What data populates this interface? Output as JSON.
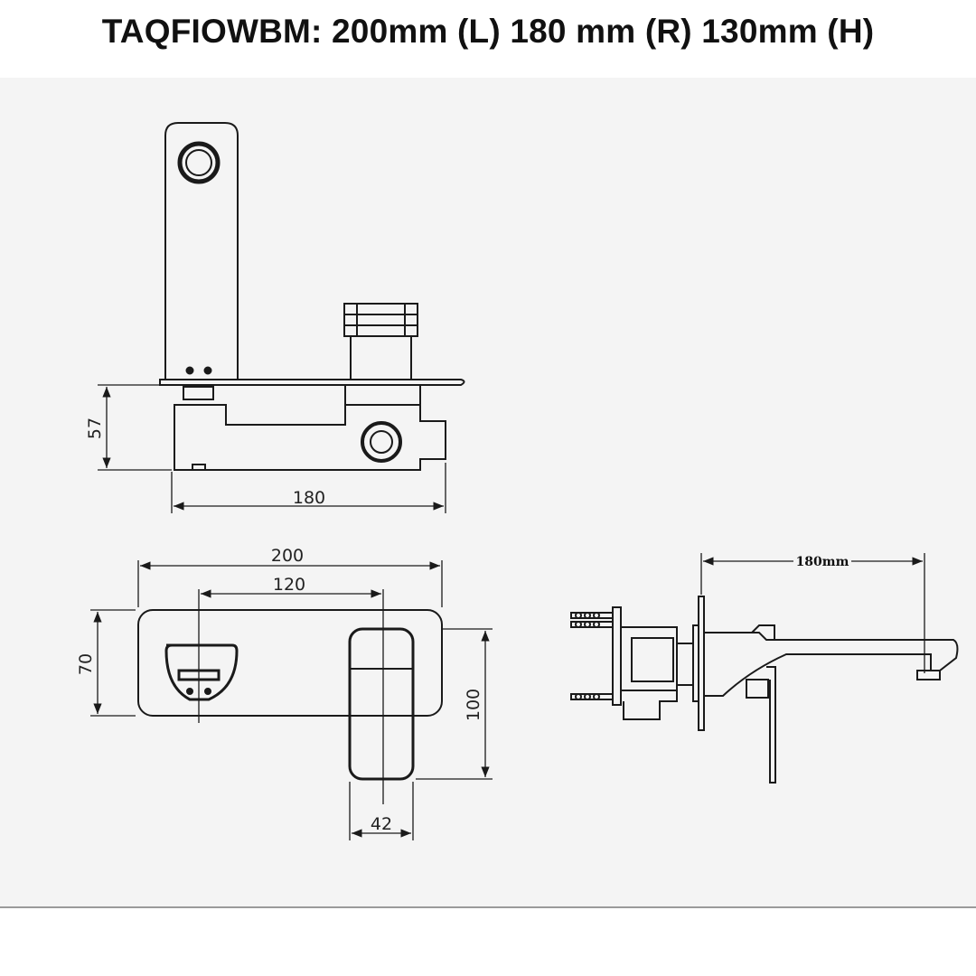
{
  "title": "TAQFIOWBM: 200mm (L) 180 mm (R) 130mm (H)",
  "top_view": {
    "height_label": "57",
    "width_label": "180"
  },
  "front_view": {
    "overall_label": "200",
    "spacing_label": "120",
    "height_label": "70",
    "handle_height_label": "100",
    "handle_width_label": "42"
  },
  "side_view": {
    "projection_label": "180mm"
  },
  "colors": {
    "line": "#1a1a1a",
    "background": "#f4f4f4"
  }
}
